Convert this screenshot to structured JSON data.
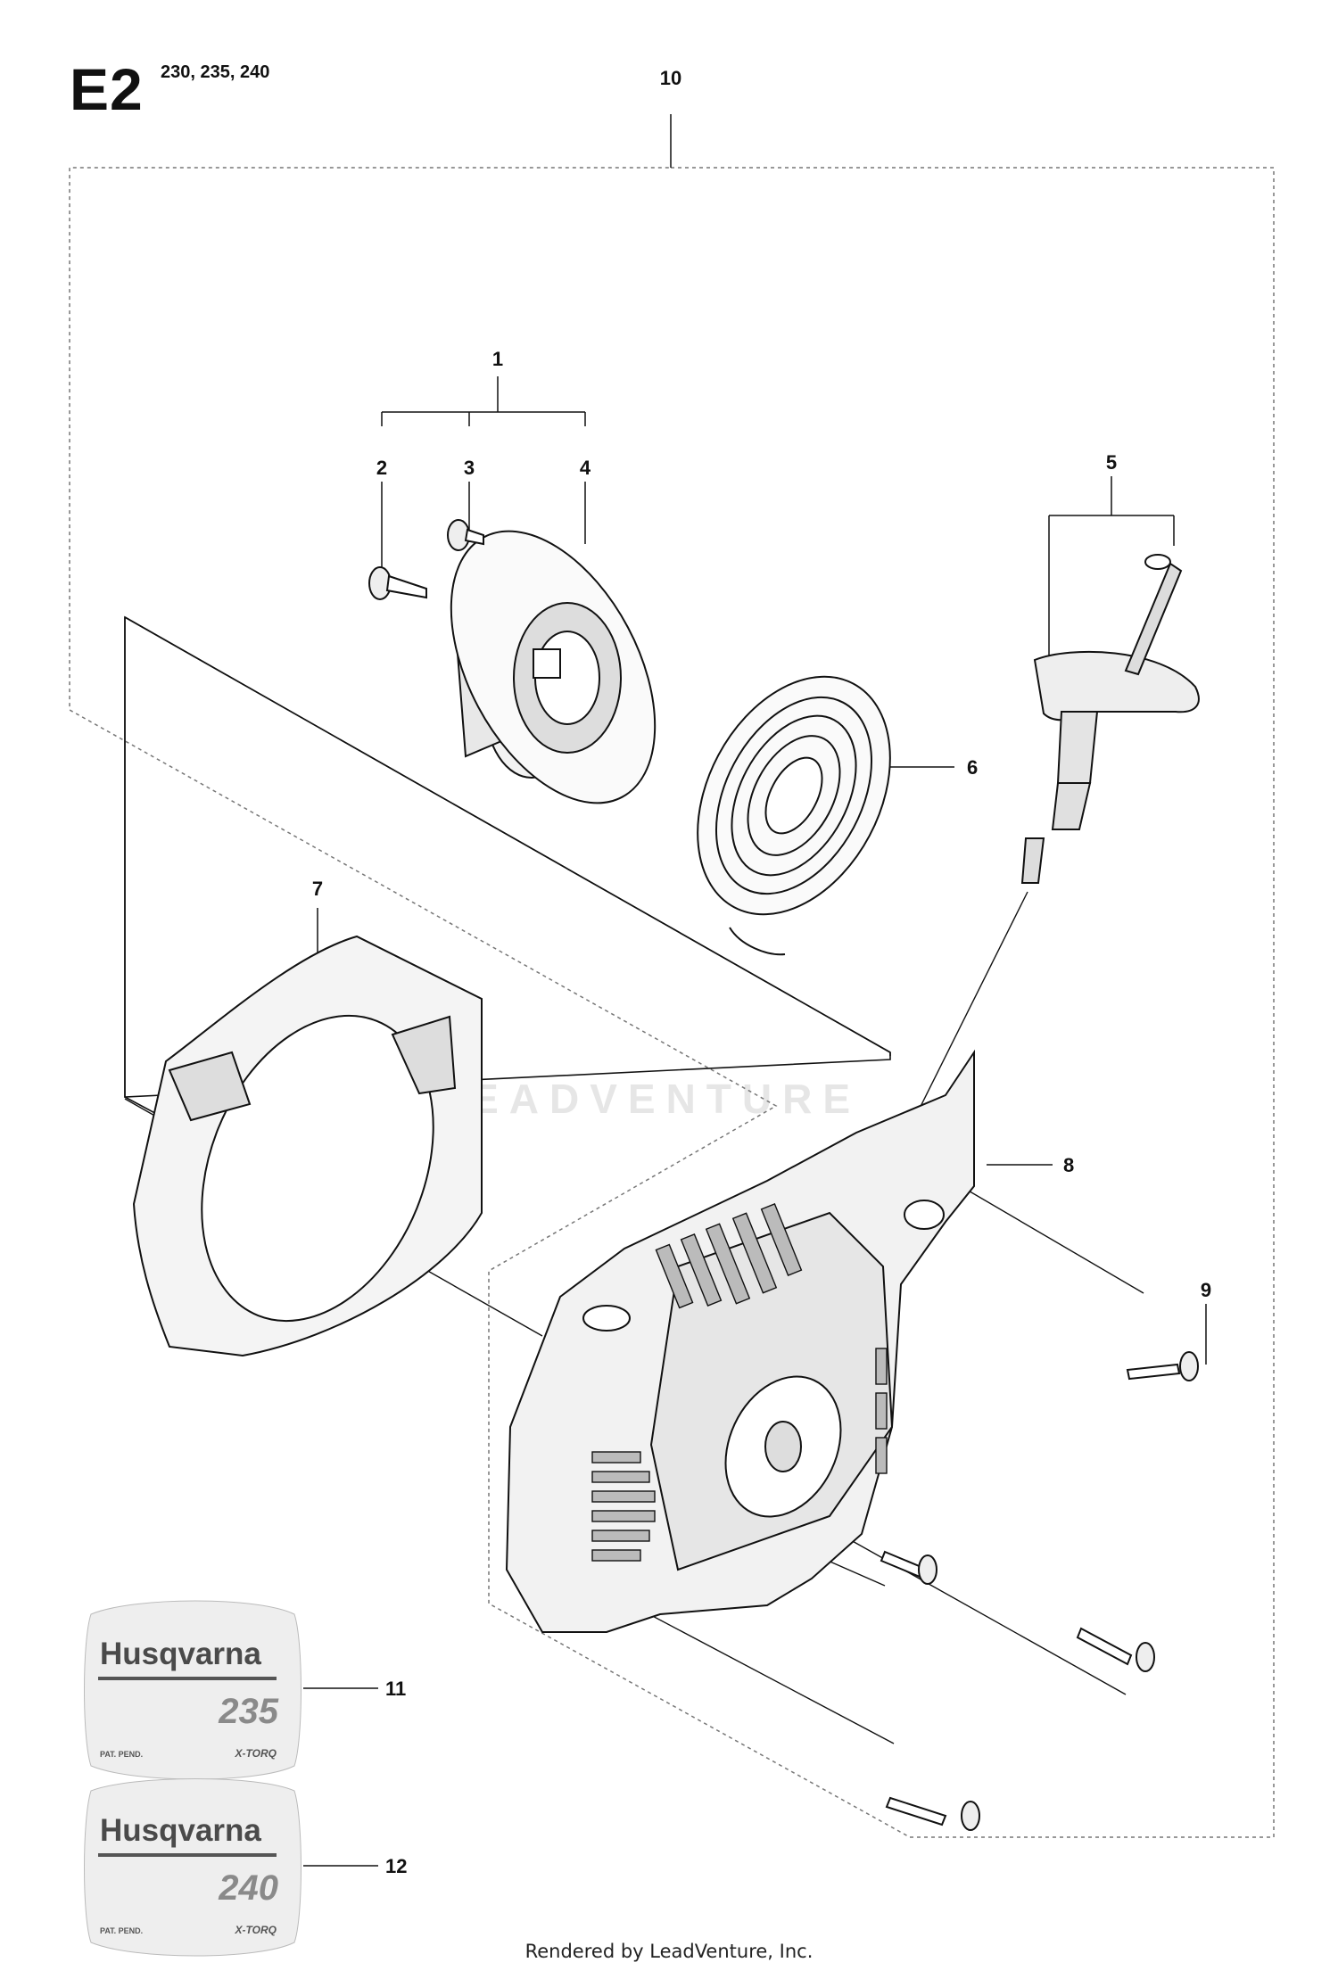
{
  "header": {
    "section_code": "E2",
    "models": "230, 235, 240"
  },
  "callouts": [
    "1",
    "2",
    "3",
    "4",
    "5",
    "6",
    "7",
    "8",
    "9",
    "10",
    "11",
    "12"
  ],
  "decals": [
    {
      "brand": "Husqvarna",
      "model": "235",
      "patent": "PAT. PEND.",
      "series": "X-TORQ"
    },
    {
      "brand": "Husqvarna",
      "model": "240",
      "patent": "PAT. PEND.",
      "series": "X-TORQ"
    }
  ],
  "watermark": "LEADVENTURE",
  "footer": {
    "credit": "Rendered by LeadVenture, Inc."
  }
}
